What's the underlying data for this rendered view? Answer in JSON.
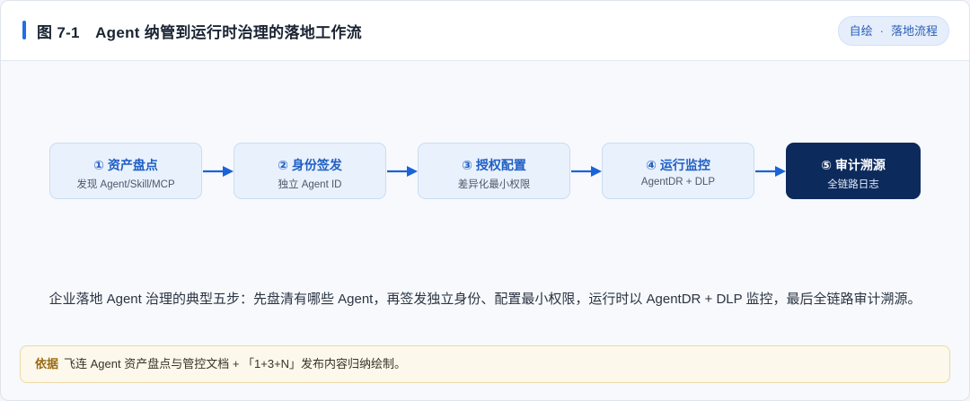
{
  "header": {
    "title": "图 7-1　Agent 纳管到运行时治理的落地工作流",
    "tag_left": "自绘",
    "tag_sep": "·",
    "tag_right": "落地流程"
  },
  "steps": [
    {
      "title": "① 资产盘点",
      "subtitle": "发现 Agent/Skill/MCP"
    },
    {
      "title": "② 身份签发",
      "subtitle": "独立 Agent ID"
    },
    {
      "title": "③ 授权配置",
      "subtitle": "差异化最小权限"
    },
    {
      "title": "④ 运行监控",
      "subtitle": "AgentDR + DLP"
    },
    {
      "title": "⑤ 审计溯源",
      "subtitle": "全链路日志"
    }
  ],
  "summary": "企业落地 Agent 治理的典型五步：先盘清有哪些 Agent，再签发独立身份、配置最小权限，运行时以 AgentDR + DLP 监控，最后全链路审计溯源。",
  "source": {
    "label": "依据",
    "text": "飞连 Agent 资产盘点与管控文档 + 「1+3+N」发布内容归纳绘制。"
  },
  "colors": {
    "accent": "#1f6fe5",
    "step_fill": "#e9f1fd",
    "final_step_fill": "#0d2a5c",
    "arrow": "#1a63d8"
  }
}
